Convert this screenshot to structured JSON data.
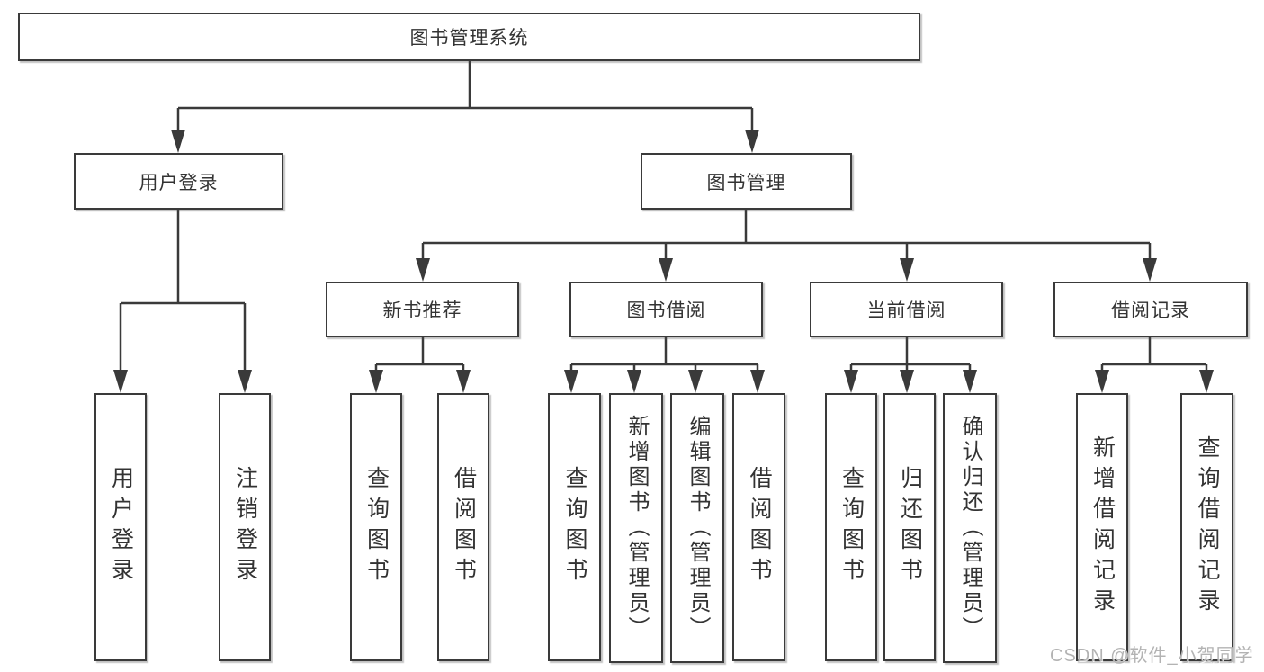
{
  "colors": {
    "line": "#3a3a3a",
    "box_border": "#3a3a3a",
    "text": "#333333",
    "background": "#ffffff",
    "watermark": "#b3b3b3"
  },
  "watermark": "CSDN @软件_小贺同学",
  "tree": {
    "root": "图书管理系统",
    "branches": [
      {
        "label": "用户登录",
        "children": [
          {
            "label": "用户登录"
          },
          {
            "label": "注销登录"
          }
        ]
      },
      {
        "label": "图书管理",
        "children": [
          {
            "label": "新书推荐",
            "children": [
              {
                "label": "查询图书"
              },
              {
                "label": "借阅图书"
              }
            ]
          },
          {
            "label": "图书借阅",
            "children": [
              {
                "label": "查询图书"
              },
              {
                "label": "新增图书（管理员）"
              },
              {
                "label": "编辑图书（管理员）"
              },
              {
                "label": "借阅图书"
              }
            ]
          },
          {
            "label": "当前借阅",
            "children": [
              {
                "label": "查询图书"
              },
              {
                "label": "归还图书"
              },
              {
                "label": "确认归还（管理员）"
              }
            ]
          },
          {
            "label": "借阅记录",
            "children": [
              {
                "label": "新增借阅记录"
              },
              {
                "label": "查询借阅记录"
              }
            ]
          }
        ]
      }
    ]
  }
}
